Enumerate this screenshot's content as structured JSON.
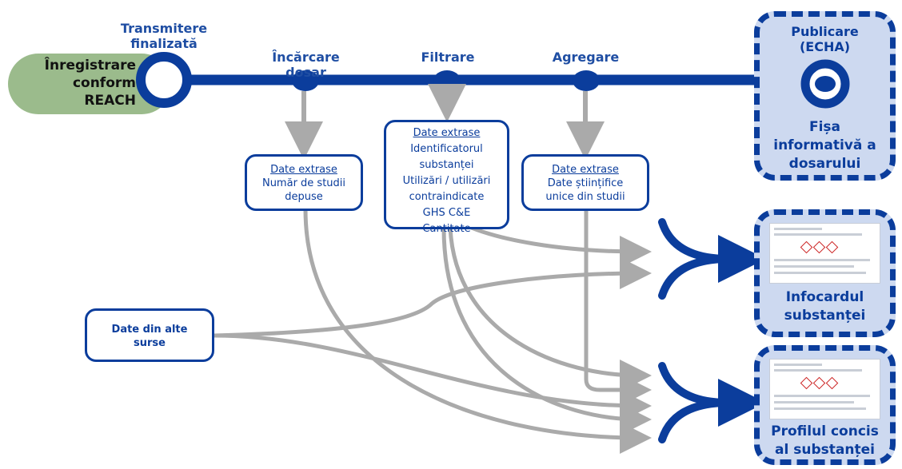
{
  "stages": {
    "registration": [
      "Înregistrare",
      "conform",
      "REACH"
    ],
    "submission": [
      "Transmitere",
      "finalizată"
    ],
    "upload": [
      "Încărcare",
      "dosar"
    ],
    "filtering": [
      "Filtrare"
    ],
    "aggregation": [
      "Agregare"
    ],
    "publication": [
      "Publicare",
      "(ECHA)"
    ]
  },
  "boxes": {
    "upload": {
      "header": "Date extrase",
      "lines": [
        "Număr de studii",
        "depuse"
      ]
    },
    "filtering": {
      "header": "Date extrase",
      "lines": [
        "Identificatorul",
        "substanței",
        "Utilizări / utilizări",
        "contraindicate",
        "GHS C&E",
        "Cantitate"
      ]
    },
    "aggregation": {
      "header": "Date extrase",
      "lines": [
        "Date științifice",
        "unice din studii"
      ]
    },
    "other": {
      "lines": [
        "Date din alte",
        "surse"
      ]
    }
  },
  "outputs": {
    "dossier": [
      "Fișa",
      "informativă a",
      "dosarului"
    ],
    "infocard": [
      "Infocardul",
      "substanței"
    ],
    "profile": [
      "Profilul concis",
      "al substanței"
    ]
  },
  "colors": {
    "dark_blue": "#0b3d9c",
    "label_blue": "#1f4ea3",
    "light_blue": "#cdd9f0",
    "green": "#9bbb8c",
    "gray": "#aaaaaa"
  }
}
